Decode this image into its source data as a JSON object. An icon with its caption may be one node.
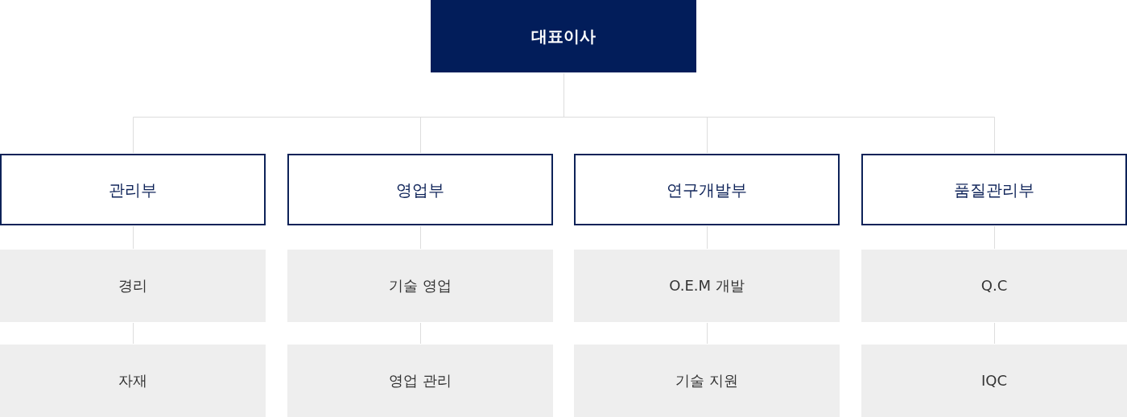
{
  "diagram": {
    "nodes": [
      {
        "text": [
          "대표이사"
        ]
      },
      {
        "text": [
          "관리부"
        ]
      },
      {
        "text": [
          "영업부"
        ]
      },
      {
        "text": [
          "연구개발부"
        ]
      },
      {
        "text": [
          "품질관리부"
        ]
      },
      {
        "text": [
          "경리"
        ]
      },
      {
        "text": [
          "기술 영업"
        ]
      },
      {
        "text": [
          "O.E.M 개발"
        ]
      },
      {
        "text": [
          "Q.C"
        ]
      },
      {
        "text": [
          "자재"
        ]
      },
      {
        "text": [
          "영업 관리"
        ]
      },
      {
        "text": [
          "기술 지원"
        ]
      },
      {
        "text": [
          "IQC"
        ]
      }
    ],
    "edges": [
      {
        "from": 0,
        "to": 1,
        "arrow": "none"
      },
      {
        "from": 0,
        "to": 2,
        "arrow": "none"
      },
      {
        "from": 0,
        "to": 3,
        "arrow": "none"
      },
      {
        "from": 0,
        "to": 4,
        "arrow": "none"
      },
      {
        "from": 1,
        "to": 5,
        "arrow": "none"
      },
      {
        "from": 5,
        "to": 9,
        "arrow": "none"
      },
      {
        "from": 2,
        "to": 6,
        "arrow": "none"
      },
      {
        "from": 6,
        "to": 10,
        "arrow": "none"
      },
      {
        "from": 3,
        "to": 7,
        "arrow": "none"
      },
      {
        "from": 7,
        "to": 11,
        "arrow": "none"
      },
      {
        "from": 4,
        "to": 8,
        "arrow": "none"
      },
      {
        "from": 8,
        "to": 12,
        "arrow": "none"
      }
    ]
  }
}
